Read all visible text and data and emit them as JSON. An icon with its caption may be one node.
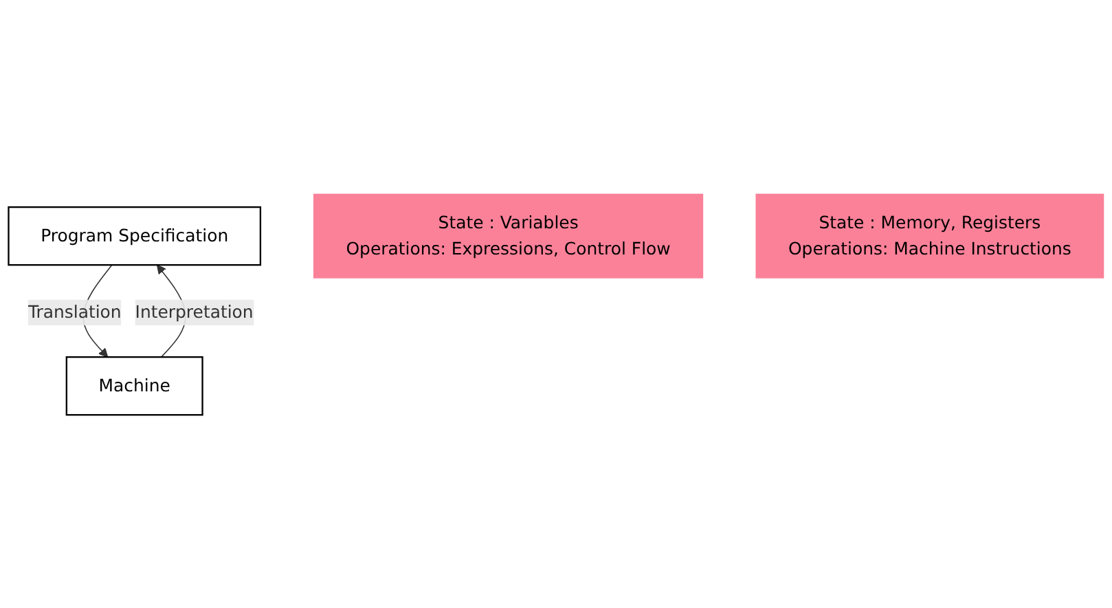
{
  "diagram": {
    "nodes": [
      {
        "text": [
          "Program Specification"
        ]
      },
      {
        "text": [
          "Machine"
        ]
      },
      {
        "text": [
          "State : Variables",
          "Operations: Expressions, Control Flow"
        ]
      },
      {
        "text": [
          "State : Memory, Registers",
          "Operations: Machine Instructions"
        ]
      }
    ],
    "edges": [
      {
        "from": 0,
        "to": 1,
        "arrow": "to",
        "label": "Translation"
      },
      {
        "from": 1,
        "to": 0,
        "arrow": "to",
        "label": "Interpretation"
      }
    ]
  }
}
